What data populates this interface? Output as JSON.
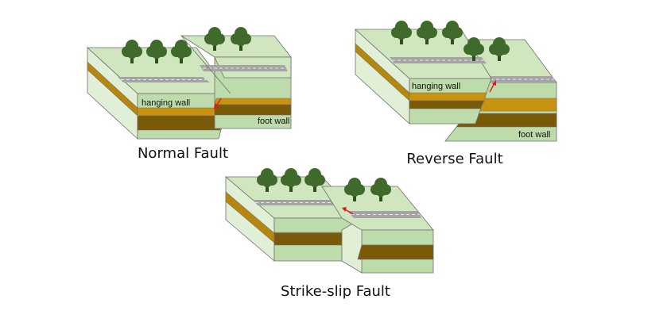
{
  "colors": {
    "top": "#cfe6bf",
    "front": "#bedcab",
    "side": "#e1efd6",
    "light_layer": "#d7eccb",
    "gold_layer": "#c9930f",
    "gold_layer_side": "#b7870c",
    "brown_layer": "#7a5a09",
    "brown_layer_side": "#6a4e08",
    "road": "#a4a4a4",
    "road_line": "#e8e8e8",
    "tree": "#3f6a2c",
    "trunk": "#2f4f1f",
    "outline": "#6f6f6f",
    "arrow": "#e01a1a"
  },
  "diagrams": [
    {
      "id": "normal",
      "caption": "Normal Fault",
      "labels": {
        "hanging_wall": "hanging wall",
        "foot_wall": "foot wall"
      }
    },
    {
      "id": "reverse",
      "caption": "Reverse Fault",
      "labels": {
        "hanging_wall": "hanging wall",
        "foot_wall": "foot wall"
      }
    },
    {
      "id": "strike-slip",
      "caption": "Strike-slip Fault"
    }
  ]
}
